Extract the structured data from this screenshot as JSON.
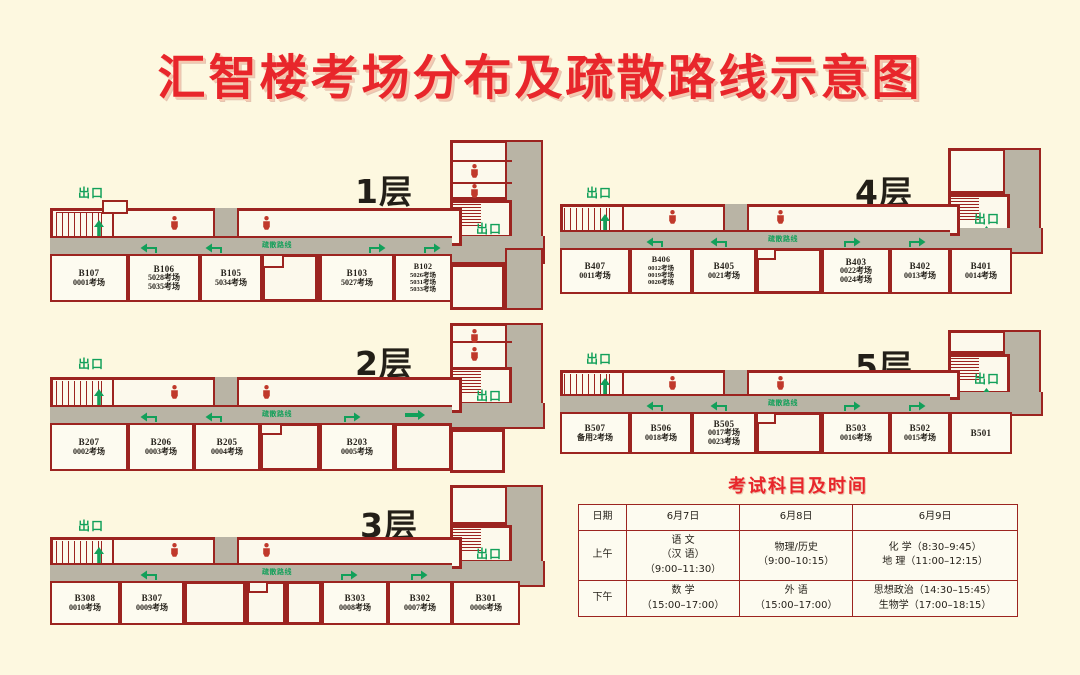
{
  "title": "汇智楼考场分布及疏散路线示意图",
  "labels": {
    "exit": "出口",
    "route": "疏散路线"
  },
  "colors": {
    "background": "#fdf8e0",
    "title_red": "#e8262b",
    "wall_red": "#9c2420",
    "corridor_gray": "#b9b4a5",
    "arrow_green": "#12a05a",
    "restroom_red": "#c0392b",
    "text_dark": "#231f18"
  },
  "floors": [
    {
      "key": "f1",
      "label": "1层",
      "rooms": [
        {
          "id": "B107",
          "exams": [
            "0001考场"
          ]
        },
        {
          "id": "B106",
          "exams": [
            "5028考场",
            "5035考场"
          ]
        },
        {
          "id": "B105",
          "exams": [
            "5034考场"
          ]
        },
        {
          "id": "B103",
          "exams": [
            "5027考场"
          ]
        },
        {
          "id": "B102",
          "exams": [
            "5026考场",
            "5031考场",
            "5033考场"
          ]
        }
      ]
    },
    {
      "key": "f2",
      "label": "2层",
      "rooms": [
        {
          "id": "B207",
          "exams": [
            "0002考场"
          ]
        },
        {
          "id": "B206",
          "exams": [
            "0003考场"
          ]
        },
        {
          "id": "B205",
          "exams": [
            "0004考场"
          ]
        },
        {
          "id": "B203",
          "exams": [
            "0005考场"
          ]
        }
      ]
    },
    {
      "key": "f3",
      "label": "3层",
      "rooms": [
        {
          "id": "B308",
          "exams": [
            "0010考场"
          ]
        },
        {
          "id": "B307",
          "exams": [
            "0009考场"
          ]
        },
        {
          "id": "B303",
          "exams": [
            "0008考场"
          ]
        },
        {
          "id": "B302",
          "exams": [
            "0007考场"
          ]
        },
        {
          "id": "B301",
          "exams": [
            "0006考场"
          ]
        }
      ]
    },
    {
      "key": "f4",
      "label": "4层",
      "rooms": [
        {
          "id": "B407",
          "exams": [
            "0011考场"
          ]
        },
        {
          "id": "B406",
          "exams": [
            "0012考场",
            "0019考场",
            "0020考场"
          ]
        },
        {
          "id": "B405",
          "exams": [
            "0021考场"
          ]
        },
        {
          "id": "B403",
          "exams": [
            "0022考场",
            "0024考场"
          ]
        },
        {
          "id": "B402",
          "exams": [
            "0013考场"
          ]
        },
        {
          "id": "B401",
          "exams": [
            "0014考场"
          ]
        }
      ]
    },
    {
      "key": "f5",
      "label": "5层",
      "rooms": [
        {
          "id": "B507",
          "exams": [
            "备用2考场"
          ]
        },
        {
          "id": "B506",
          "exams": [
            "0018考场"
          ]
        },
        {
          "id": "B505",
          "exams": [
            "0017考场",
            "0023考场"
          ]
        },
        {
          "id": "B503",
          "exams": [
            "0016考场"
          ]
        },
        {
          "id": "B502",
          "exams": [
            "0015考场"
          ]
        },
        {
          "id": "B501",
          "exams": []
        }
      ]
    }
  ],
  "schedule": {
    "title": "考试科目及时间",
    "head": [
      "日期",
      "6月7日",
      "6月8日",
      "6月9日"
    ],
    "rows": [
      {
        "period": "上午",
        "cells": [
          [
            "语 文",
            "（汉 语）",
            "（9:00–11:30）"
          ],
          [
            "物理/历史",
            "（9:00–10:15）"
          ],
          [
            "化 学（8:30–9:45）",
            "地 理（11:00–12:15）"
          ]
        ]
      },
      {
        "period": "下午",
        "cells": [
          [
            "数 学",
            "（15:00–17:00）"
          ],
          [
            "外 语",
            "（15:00–17:00）"
          ],
          [
            "思想政治（14:30–15:45）",
            "生物学（17:00–18:15）"
          ]
        ]
      }
    ]
  }
}
